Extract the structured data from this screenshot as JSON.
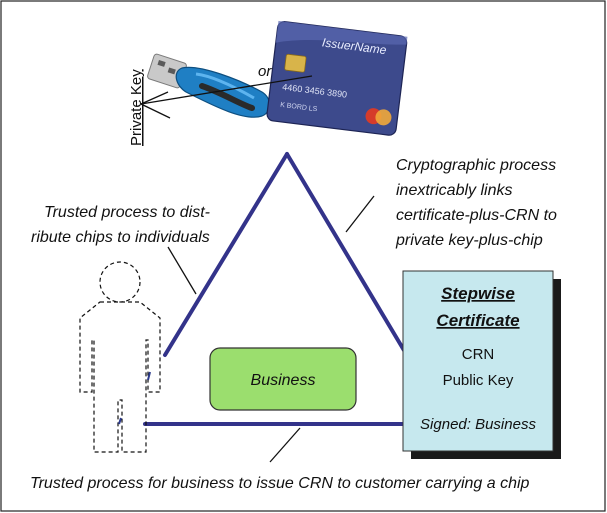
{
  "labels": {
    "private_key": "Private Key",
    "or": "or",
    "trusted_chip_line1": "Trusted process to dist-",
    "trusted_chip_line2": "ribute chips to individuals",
    "crypto_line1": "Cryptographic process",
    "crypto_line2": "inextricably links",
    "crypto_line3": "certificate-plus-CRN to",
    "crypto_line4": "private key-plus-chip",
    "business": "Business",
    "bottom_caption": "Trusted process for business to issue CRN to customer carrying a chip"
  },
  "card": {
    "issuer": "IssuerName",
    "number": "4460  3456  3890",
    "holder": "K  BORD  LS"
  },
  "certificate": {
    "title_line1": "Stepwise",
    "title_line2": "Certificate",
    "field1": "CRN",
    "field2": "Public Key",
    "signed": "Signed: Business"
  },
  "colors": {
    "triangle": "#33338a",
    "business_box": "#9bde6e",
    "certificate_box": "#c6e8ee",
    "certificate_shadow": "#1a1a1a"
  }
}
